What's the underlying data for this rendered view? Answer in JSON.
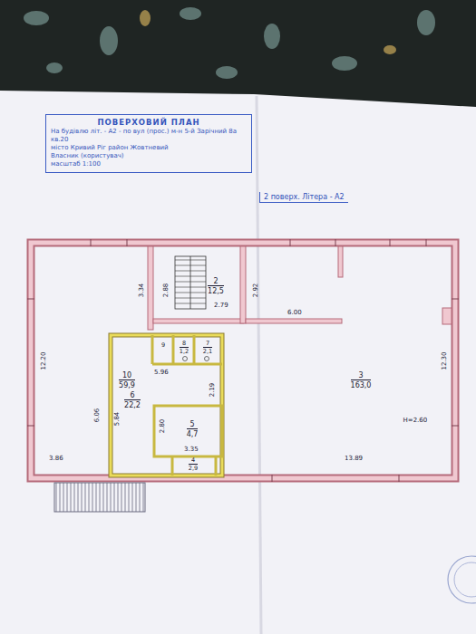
{
  "diagram": {
    "nodes": [
      {
        "text": [
          "ПОВЕРХОВИЙ ПЛАН",
          "На будівлю літ. - А2 - по вул (прос.) м-н 5-й Зарічний 8а кв.20",
          "місто Кривий Ріг район Жовтневий",
          "Власник (користувач)",
          "масштаб 1:100"
        ]
      },
      {
        "text": [
          "2 поверх. Літера - А2"
        ]
      },
      {
        "text": [
          "2",
          "12,5"
        ]
      },
      {
        "text": [
          "10",
          "59,9"
        ]
      },
      {
        "text": [
          "9"
        ]
      },
      {
        "text": [
          "8",
          "1,2"
        ]
      },
      {
        "text": [
          "7",
          "2,1"
        ]
      },
      {
        "text": [
          "3",
          "163,0"
        ]
      },
      {
        "text": [
          "6",
          "22,2"
        ]
      },
      {
        "text": [
          "5",
          "4,7"
        ]
      },
      {
        "text": [
          "4",
          "2,9"
        ]
      }
    ],
    "labels": [
      "3.34",
      "2.88",
      "2.79",
      "2.92",
      "6.00",
      "12.20",
      "5.96",
      "2.19",
      "6.06",
      "5.84",
      "2.80",
      "3.35",
      "3.86",
      "13.89",
      "12.30",
      "H=2.60"
    ]
  }
}
